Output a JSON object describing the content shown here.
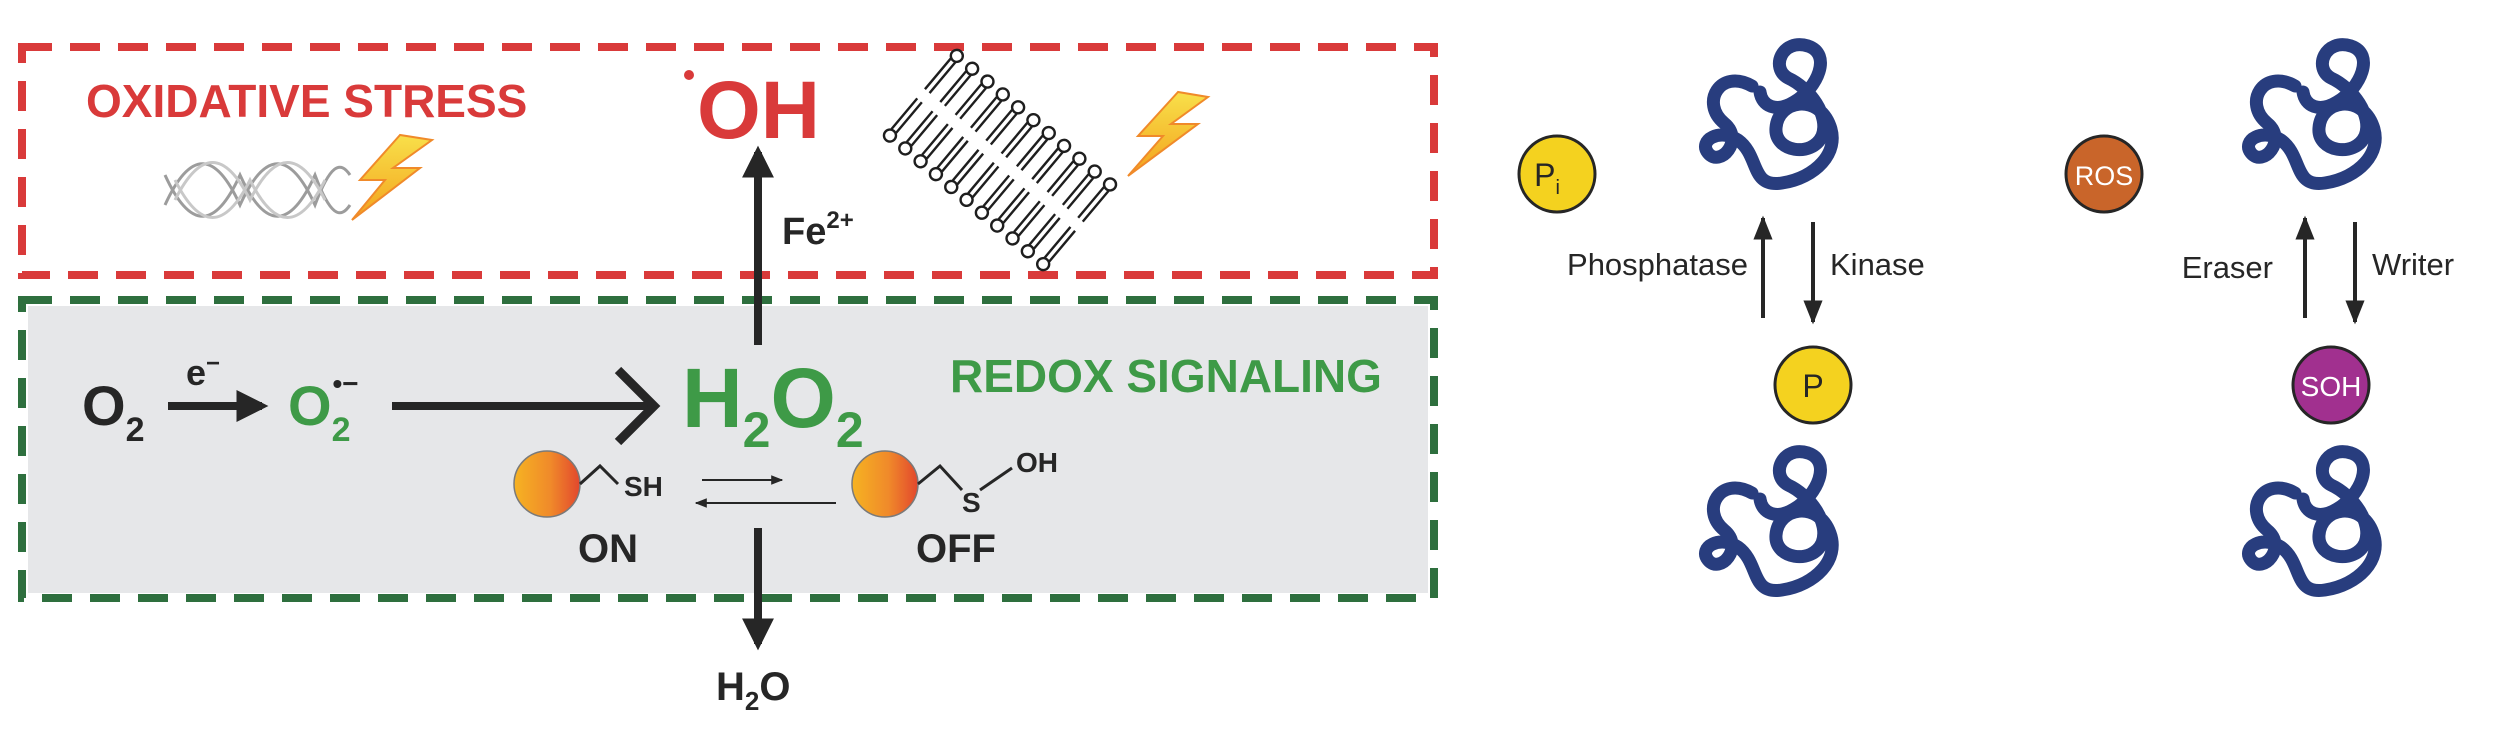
{
  "colors": {
    "stress_red": "#D93A3A",
    "signal_green": "#2E6F3E",
    "signal_text_green": "#3E9A47",
    "panel_gray": "#E6E7E9",
    "dark_text": "#262626",
    "protein_blue": "#283D7E",
    "phosphate_yellow": "#F4D21F",
    "ros_orange": "#C9652A",
    "soh_magenta": "#A1308F"
  },
  "left_panel": {
    "stress_title": "OXIDATIVE STRESS",
    "hydroxyl_radical": "OH",
    "iron": {
      "base": "Fe",
      "sup": "2+"
    },
    "signaling_title": "REDOX SIGNALING",
    "oxygen": {
      "base": "O",
      "sub": "2"
    },
    "electron": {
      "base": "e",
      "sup": "−"
    },
    "superoxide": {
      "base": "O",
      "sub": "2",
      "sup": "•−"
    },
    "h2o2": {
      "h": "H",
      "sub1": "2",
      "o": "O",
      "sub2": "2"
    },
    "thiol_group": "SH",
    "sulfenic_s": "S",
    "sulfenic_oh": "OH",
    "state_on": "ON",
    "state_off": "OFF",
    "water": {
      "h": "H",
      "sub": "2",
      "o": "O"
    },
    "icons": [
      "dna-icon",
      "lightning-icon",
      "lipid-bilayer-icon"
    ]
  },
  "phospho_panel": {
    "pi_badge": {
      "base": "P",
      "sub": "i"
    },
    "p_badge": "P",
    "up_label": "Phosphatase",
    "down_label": "Kinase"
  },
  "redox_panel": {
    "ros_badge": "ROS",
    "soh_badge": "SOH",
    "up_label": "Eraser",
    "down_label": "Writer"
  }
}
